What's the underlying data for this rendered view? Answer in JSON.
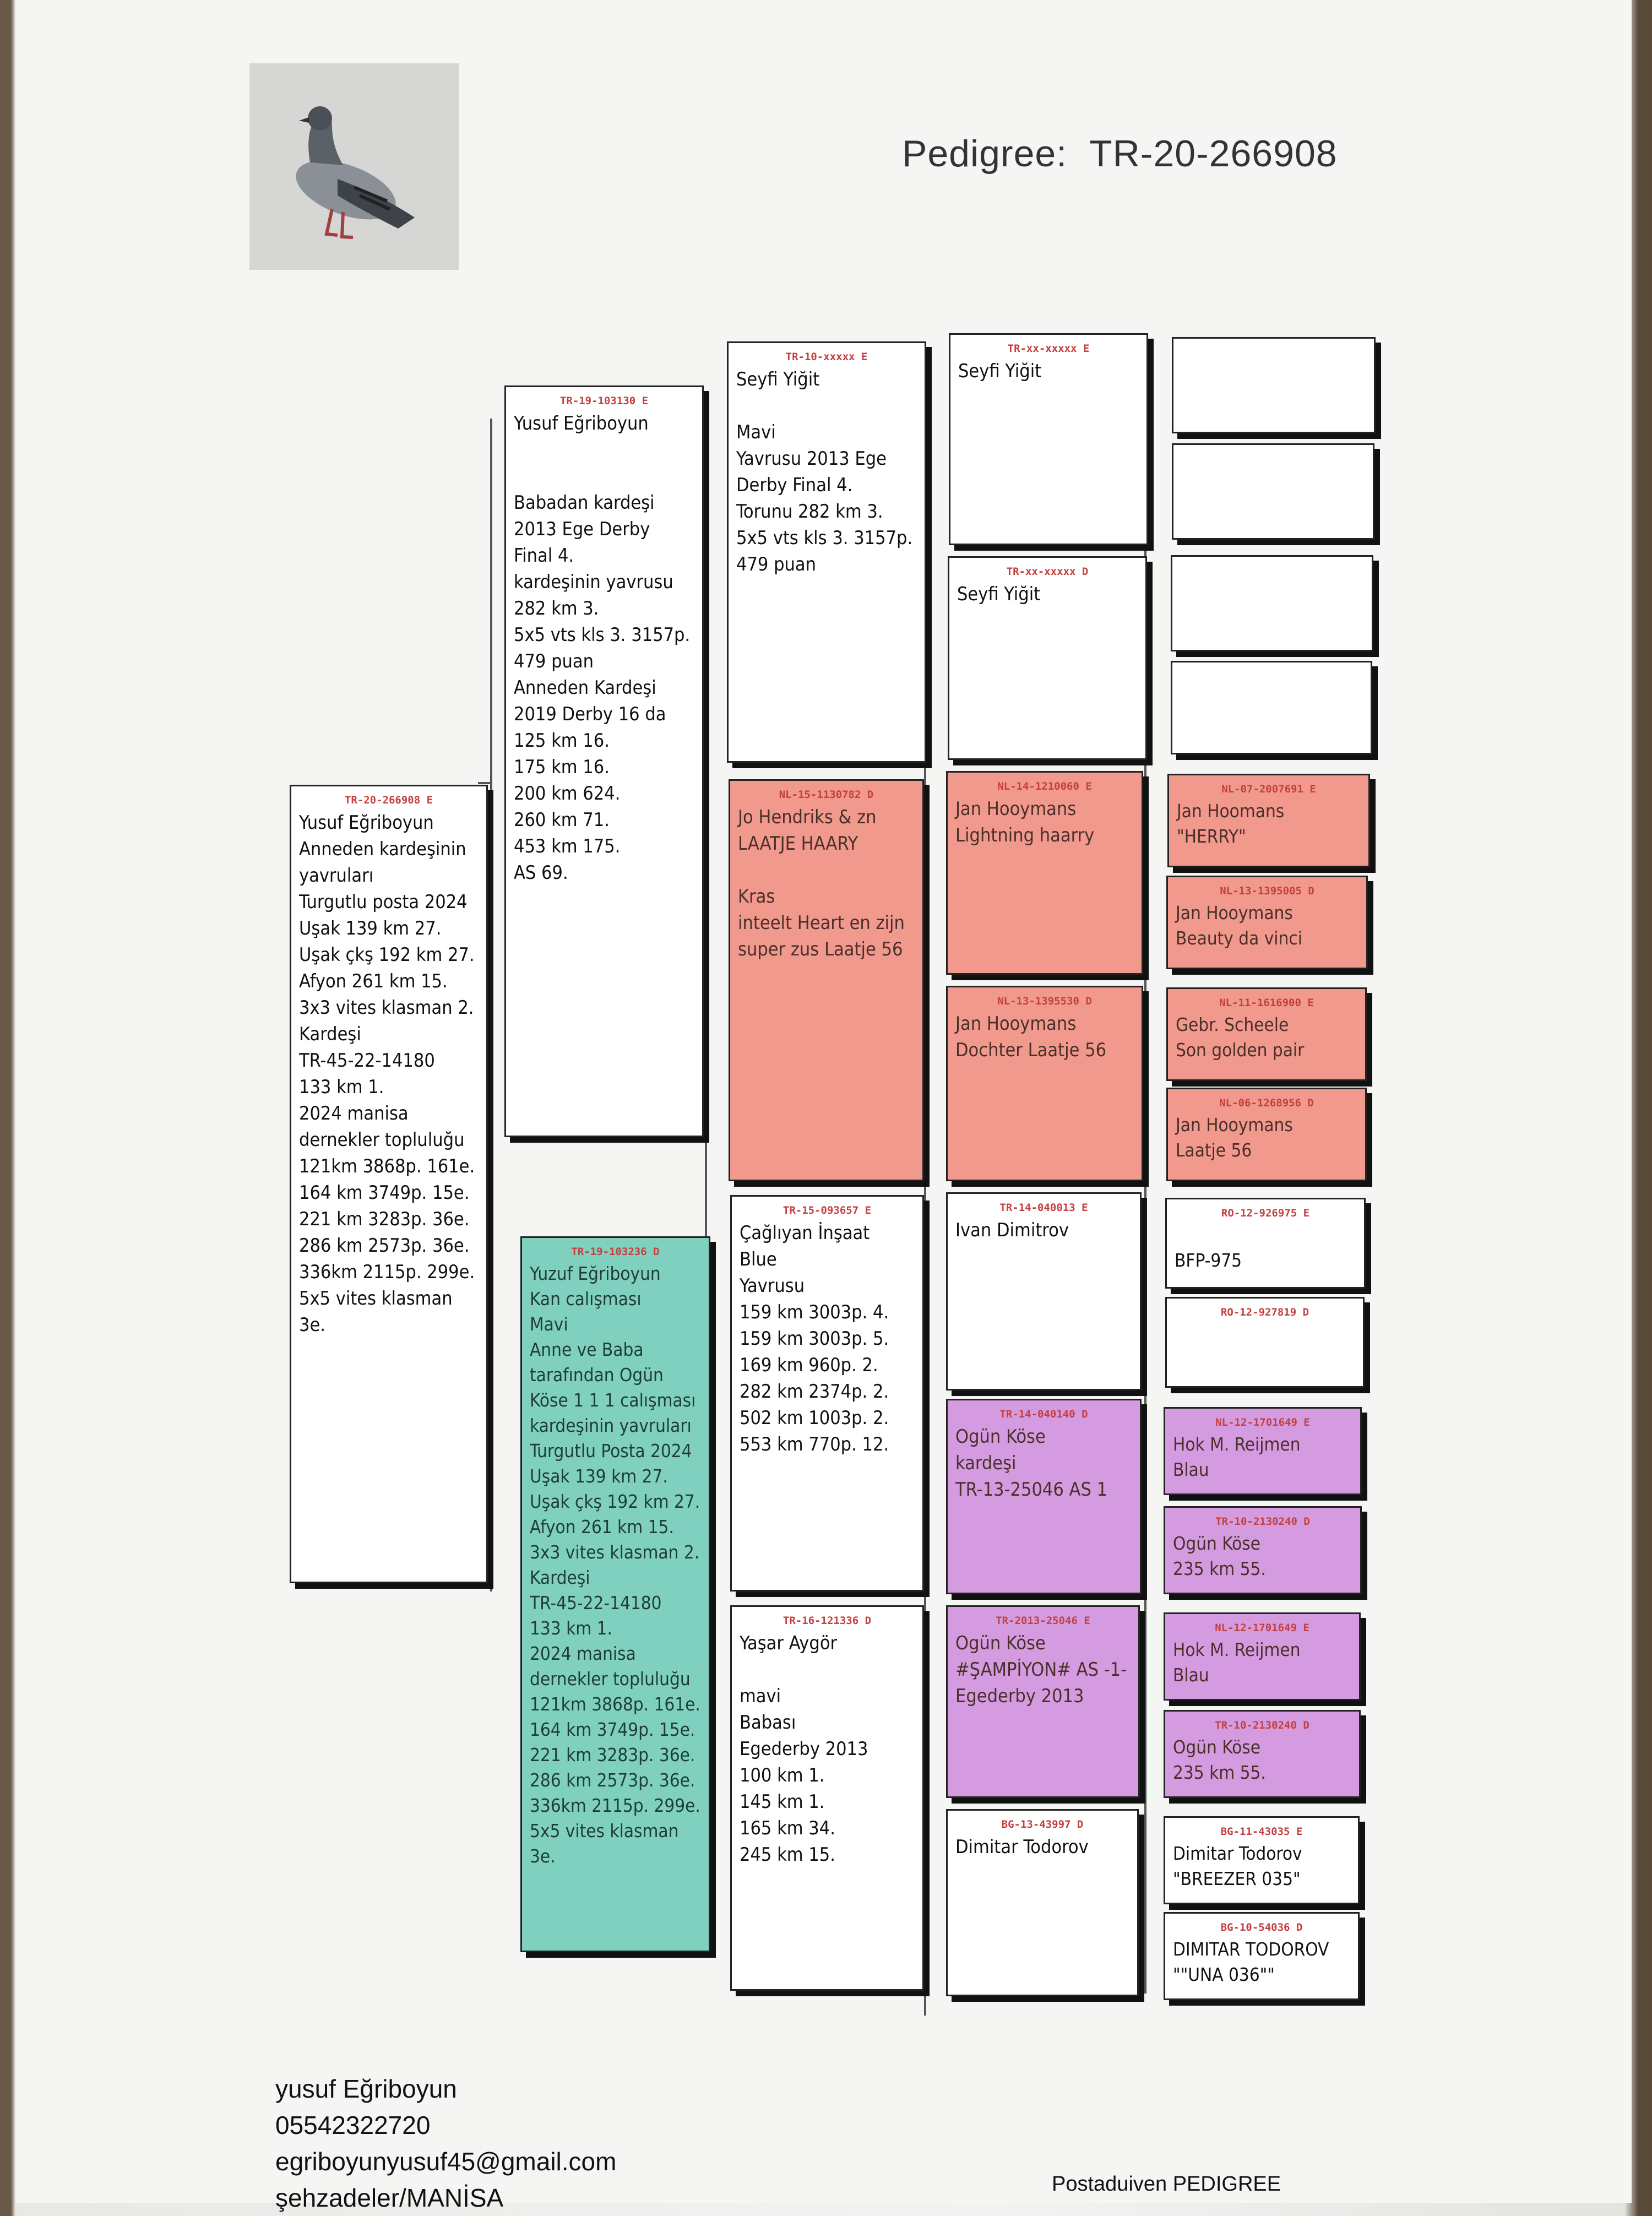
{
  "header": {
    "pedigree_label": "Pedigree:",
    "ring": "TR-20-266908"
  },
  "gen1": {
    "ring": "TR-20-266908 E",
    "text": "Yusuf Eğriboyun\nAnneden kardeşinin yavruları\nTurgutlu posta 2024\nUşak 139 km 27.\nUşak çkş 192 km 27.\nAfyon 261 km 15.\n3x3 vites klasman 2.\nKardeşi\nTR-45-22-14180\n133 km 1.\n 2024 manisa dernekler topluluğu\n121km 3868p. 161e.\n164 km 3749p. 15e.\n221 km 3283p. 36e.\n286 km 2573p. 36e.\n336km 2115p. 299e.\n5x5 vites klasman\n3e."
  },
  "gen2": [
    {
      "ring": "TR-19-103130 E",
      "text": "Yusuf Eğriboyun\n\n\nBabadan kardeşi\n2013 Ege Derby\nFinal 4.\nkardeşinin yavrusu\n 282 km 3.\n5x5 vts kls 3. 3157p.\n479 puan\nAnneden Kardeşi\n2019 Derby 16 da\n125 km 16.\n175 km 16.\n200 km 624.\n260 km 71.\n453 km 175.\nAS 69."
    },
    {
      "ring": "TR-19-103236 D",
      "text": "Yuzuf Eğriboyun\nKan calışması\nMavi\nAnne ve Baba tarafından Ogün Köse 1 1 1 calışması\nkardeşinin yavruları\nTurgutlu Posta 2024\nUşak 139 km 27.\nUşak çkş 192 km 27.\nAfyon 261 km 15.\n3x3 vites klasman 2.\nKardeşi\nTR-45-22-14180\n133 km 1.\n 2024 manisa dernekler topluluğu\n121km 3868p. 161e.\n164 km 3749p. 15e.\n221 km 3283p. 36e.\n286 km 2573p. 36e.\n336km 2115p. 299e.\n5x5 vites klasman\n3e."
    }
  ],
  "gen3": [
    {
      "ring": "TR-10-xxxxx E",
      "text": "Seyfi Yiğit\n\nMavi\nYavrusu 2013 Ege Derby Final 4.\nTorunu  282 km 3.\n5x5 vts kls 3. 3157p.\n479 puan"
    },
    {
      "ring": "NL-15-1130782 D",
      "text": "Jo Hendriks & zn\nLAATJE HAARY\n\nKras\ninteelt Heart en zijn super zus Laatje 56"
    },
    {
      "ring": "TR-15-093657 E",
      "text": "Çağlıyan İnşaat\nBlue\nYavrusu\n159 km 3003p. 4.\n159 km 3003p. 5.\n169 km 960p. 2.\n282 km 2374p. 2.\n502 km 1003p. 2.\n553 km 770p. 12."
    },
    {
      "ring": "TR-16-121336 D",
      "text": "Yaşar Aygör\n\nmavi\nBabası\nEgederby 2013\n100 km 1.\n145 km 1.\n165 km 34.\n245 km 15."
    }
  ],
  "gen4": [
    {
      "ring": "TR-xx-xxxxx E",
      "text": "Seyfi Yiğit"
    },
    {
      "ring": "TR-xx-xxxxx D",
      "text": "Seyfi Yiğit"
    },
    {
      "ring": "NL-14-1210060 E",
      "text": "Jan Hooymans\nLightning haarry"
    },
    {
      "ring": "NL-13-1395530 D",
      "text": "Jan Hooymans\nDochter Laatje 56"
    },
    {
      "ring": "TR-14-040013 E",
      "text": "Ivan Dimitrov"
    },
    {
      "ring": "TR-14-040140 D",
      "text": "Ogün Köse\nkardeşi\nTR-13-25046 AS 1"
    },
    {
      "ring": "TR-2013-25046 E",
      "text": "Ogün Köse\n#ŞAMPİYON# AS -1-\nEgederby 2013"
    },
    {
      "ring": "BG-13-43997 D",
      "text": "Dimitar Todorov"
    }
  ],
  "gen5": [
    {
      "ring": "",
      "text": ""
    },
    {
      "ring": "",
      "text": ""
    },
    {
      "ring": "",
      "text": ""
    },
    {
      "ring": "",
      "text": ""
    },
    {
      "ring": "NL-07-2007691 E",
      "text": "Jan Hoomans\n\"HERRY\""
    },
    {
      "ring": "NL-13-1395005 D",
      "text": "Jan Hooymans\nBeauty da vinci"
    },
    {
      "ring": "NL-11-1616900 E",
      "text": "Gebr. Scheele\nSon golden pair"
    },
    {
      "ring": "NL-06-1268956 D",
      "text": "Jan Hooymans\nLaatje 56"
    },
    {
      "ring": "RO-12-926975 E",
      "text": "\nBFP-975"
    },
    {
      "ring": "RO-12-927819 D",
      "text": ""
    },
    {
      "ring": "NL-12-1701649 E",
      "text": "Hok M. Reijmen\nBlau"
    },
    {
      "ring": "TR-10-2130240 D",
      "text": "Ogün Köse\n235 km 55."
    },
    {
      "ring": "NL-12-1701649 E",
      "text": "Hok M. Reijmen\nBlau"
    },
    {
      "ring": "TR-10-2130240 D",
      "text": "Ogün Köse\n235 km 55."
    },
    {
      "ring": "BG-11-43035 E",
      "text": "Dimitar Todorov\n\"BREEZER 035\""
    },
    {
      "ring": "BG-10-54036 D",
      "text": "DIMITAR TODOROV\n\"\"UNA 036\"\""
    }
  ],
  "contact": {
    "name": "yusuf Eğriboyun",
    "phone": "05542322720",
    "email": "egriboyunyusuf45@gmail.com",
    "location": "şehzadeler/MANİSA"
  },
  "footer": "Postaduiven PEDIGREE",
  "colors": {
    "red_box": "#f0998c",
    "purple_box": "#d49be0",
    "green_box": "#7fd0bf",
    "ring_text": "#c44040"
  }
}
